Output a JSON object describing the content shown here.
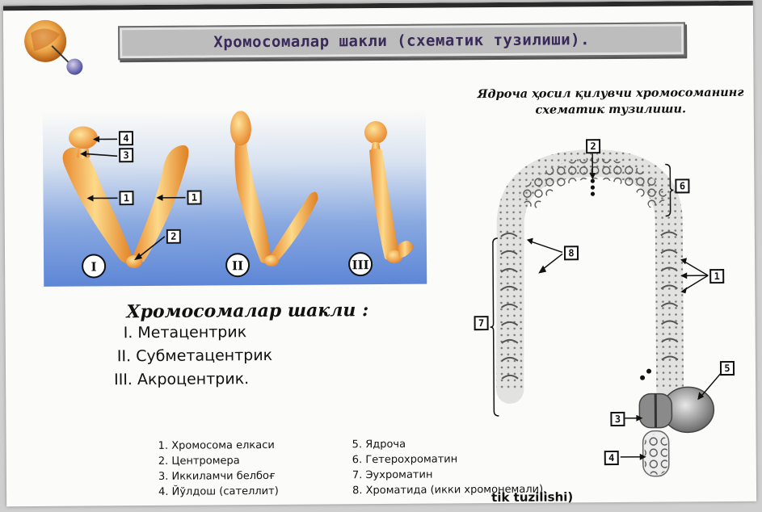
{
  "title": "Хромосомалар шакли (схематик тузилиши).",
  "right_caption": "Ядроча ҳосил қилувчи хромосоманинг схематик тузилиши.",
  "forms": {
    "heading": "Хромосомалар шакли :",
    "items": [
      "I. Метацентрик",
      "II. Субметацентрик",
      "III. Акроцентрик."
    ]
  },
  "roman_labels": [
    "I",
    "II",
    "III"
  ],
  "left_callouts": [
    "4",
    "3",
    "1",
    "1",
    "2"
  ],
  "right_callouts": [
    "2",
    "6",
    "8",
    "1",
    "7",
    "5",
    "3",
    "4"
  ],
  "legend": {
    "col1": [
      "1. Хромосома елкаси",
      "2. Центромера",
      "3. Иккиламчи белбоғ",
      "4. Йўлдош (сателлит)"
    ],
    "col2": [
      "5. Ядроча",
      "6. Гетерохроматин",
      "7. Эухроматин",
      "8. Хроматида (икки хромонемали)."
    ]
  },
  "footer_fragment": "tik tuzilishi)",
  "colors": {
    "chromosome": "#f0a24a",
    "chromosome_light": "#fde49a",
    "panel_blue": "#5d86d6",
    "title_bg": "#bdbdbd"
  }
}
